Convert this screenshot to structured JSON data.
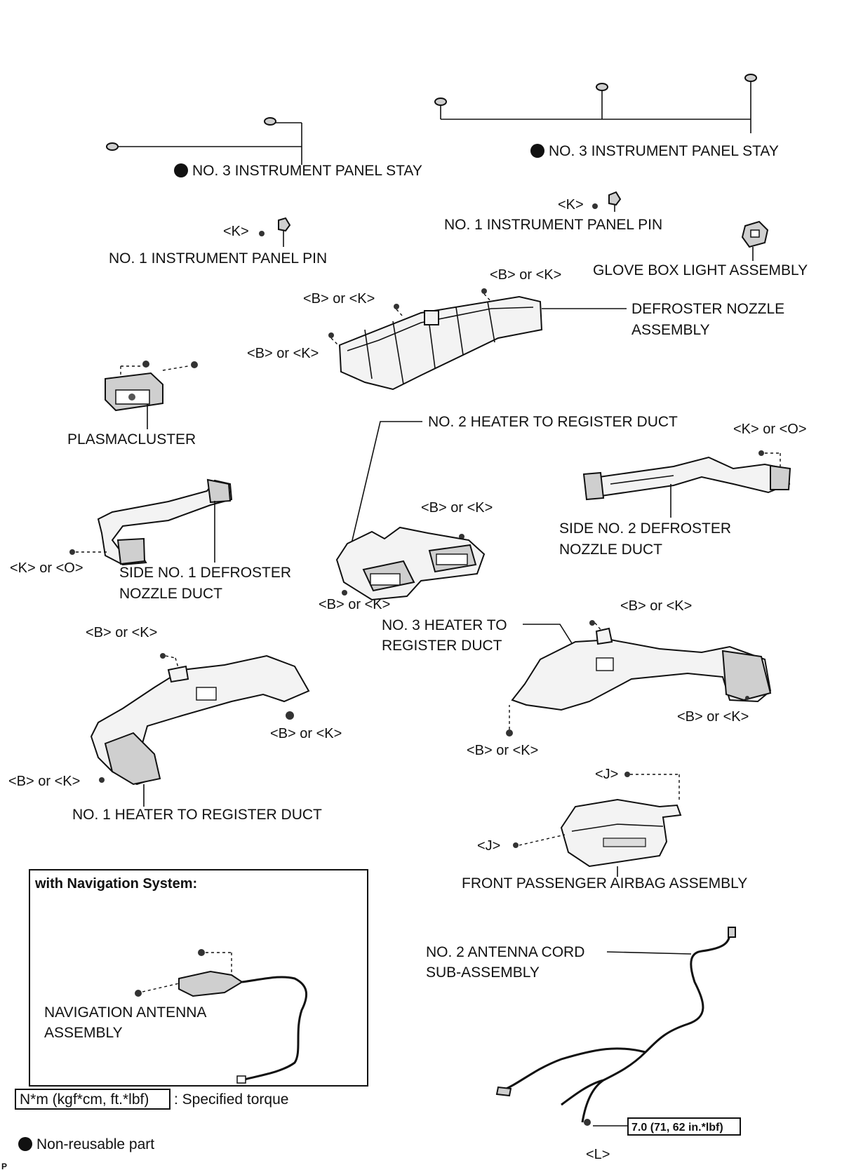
{
  "labels": {
    "stay_right": "NO. 3 INSTRUMENT PANEL STAY",
    "stay_left": "NO. 3 INSTRUMENT PANEL STAY",
    "pin_right": "NO. 1 INSTRUMENT PANEL PIN",
    "pin_left": "NO. 1 INSTRUMENT PANEL PIN",
    "glove_light": "GLOVE BOX LIGHT ASSEMBLY",
    "defroster_nozzle_1": "DEFROSTER NOZZLE",
    "defroster_nozzle_2": "ASSEMBLY",
    "plasmacluster": "PLASMACLUSTER",
    "heater_duct_2": "NO. 2 HEATER TO REGISTER DUCT",
    "side_defroster_2_a": "SIDE NO. 2 DEFROSTER",
    "side_defroster_2_b": "NOZZLE DUCT",
    "side_defroster_1_a": "SIDE NO. 1 DEFROSTER",
    "side_defroster_1_b": "NOZZLE DUCT",
    "heater_duct_3_a": "NO. 3 HEATER TO",
    "heater_duct_3_b": "REGISTER DUCT",
    "heater_duct_1": "NO. 1 HEATER TO REGISTER DUCT",
    "airbag": "FRONT PASSENGER AIRBAG ASSEMBLY",
    "antenna_cord_a": "NO. 2 ANTENNA CORD",
    "antenna_cord_b": "SUB-ASSEMBLY",
    "nav_box_title": "with Navigation System:",
    "nav_antenna_a": "NAVIGATION ANTENNA",
    "nav_antenna_b": "ASSEMBLY"
  },
  "fasteners": {
    "k_pin_right": "<K>",
    "k_pin_left": "<K>",
    "bk_defroster_top": "<B> or <K>",
    "bk_defroster_mid": "<B> or <K>",
    "bk_defroster_low": "<B> or <K>",
    "ko_side2": "<K> or <O>",
    "bk_duct2_top": "<B> or <K>",
    "bk_duct2_bottom": "<B> or <K>",
    "ko_side1": "<K> or <O>",
    "bk_duct3_top": "<B> or <K>",
    "bk_duct1_top": "<B> or <K>",
    "bk_duct1_right": "<B> or <K>",
    "bk_duct3_right": "<B> or <K>",
    "bk_duct3_bottom": "<B> or <K>",
    "bk_duct1_left": "<B> or <K>",
    "j_airbag_top": "<J>",
    "j_airbag_left": "<J>",
    "l_antenna": "<L>"
  },
  "torque": {
    "value": "7.0 (71, 62 in.*lbf)"
  },
  "legend": {
    "torque_symbol": "N*m (kgf*cm, ft.*lbf)",
    "torque_text": ": Specified torque",
    "nonreusable_text": "Non-reusable part"
  },
  "corner_mark": "P"
}
